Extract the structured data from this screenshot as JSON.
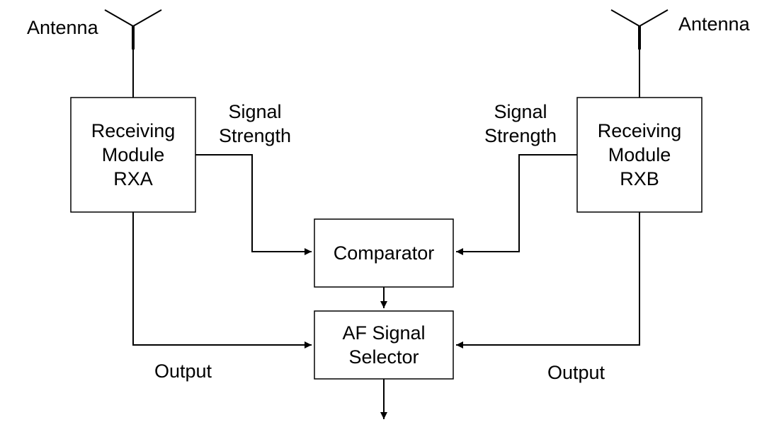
{
  "antenna_left": {
    "label": "Antenna"
  },
  "antenna_right": {
    "label": "Antenna"
  },
  "rxa": {
    "lines": [
      "Receiving",
      "Module",
      "RXA"
    ]
  },
  "rxb": {
    "lines": [
      "Receiving",
      "Module",
      "RXB"
    ]
  },
  "signal_strength_left": {
    "lines": [
      "Signal",
      "Strength"
    ]
  },
  "signal_strength_right": {
    "lines": [
      "Signal",
      "Strength"
    ]
  },
  "comparator": {
    "label": "Comparator"
  },
  "af_selector": {
    "lines": [
      "AF Signal",
      "Selector"
    ]
  },
  "output_left": {
    "label": "Output"
  },
  "output_right": {
    "label": "Output"
  },
  "colors": {
    "stroke": "#000000",
    "background": "#ffffff"
  }
}
